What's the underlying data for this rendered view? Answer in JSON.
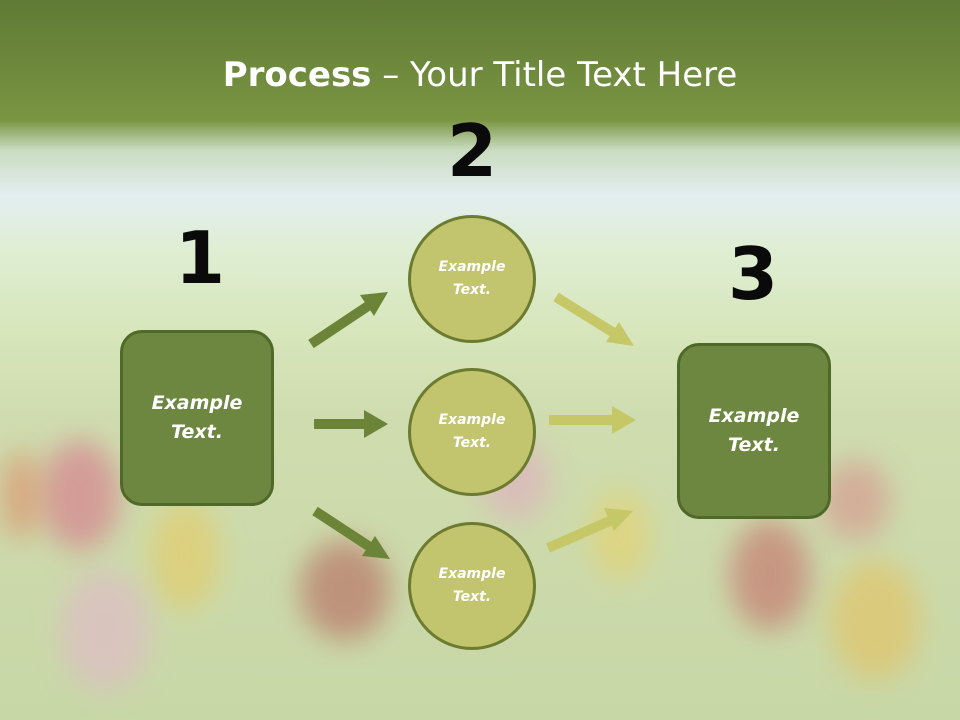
{
  "title": {
    "bold": "Process",
    "rest": " – Your Title Text Here"
  },
  "steps": [
    {
      "number": "1",
      "text": "Example Text."
    },
    {
      "number": "2",
      "items": [
        {
          "text": "Example Text."
        },
        {
          "text": "Example Text."
        },
        {
          "text": "Example Text."
        }
      ]
    },
    {
      "number": "3",
      "text": "Example Text."
    }
  ],
  "colors": {
    "header_green": "#6b8a3a",
    "box_fill": "#6d8741",
    "circle_fill": "#c3c46e",
    "arrow_dark": "#6b8437",
    "arrow_light": "#c6c867"
  }
}
